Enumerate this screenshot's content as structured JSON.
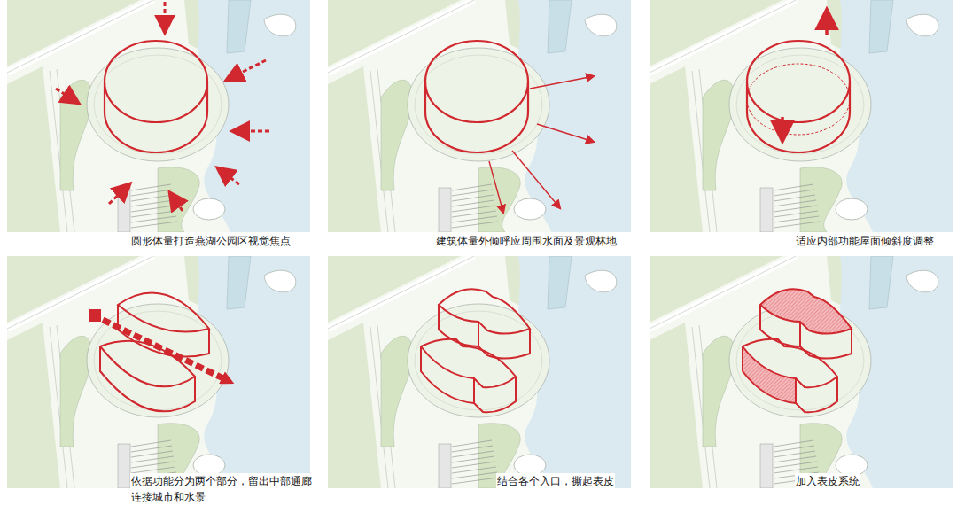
{
  "diagram": {
    "labels": [
      "圆形体量打造燕湖公园区视觉焦点",
      "建筑体量外倾呼应周围水面及景观林地",
      "适应内部功能屋面倾斜度调整",
      "依据功能分为两个部分，留出中部通廊连接城市和水景",
      "结合各个入口，撕起表皮",
      "加入表皮系统"
    ]
  }
}
